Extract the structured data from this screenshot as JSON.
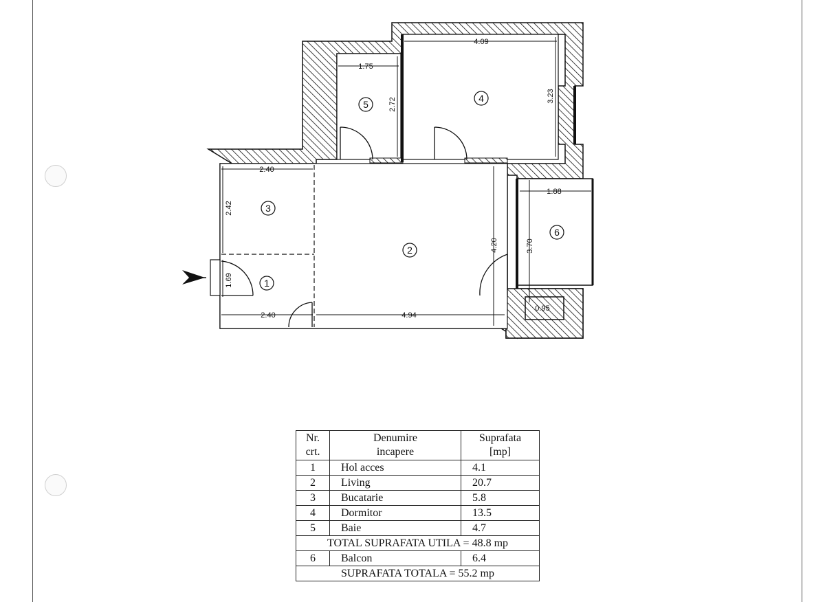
{
  "plan": {
    "dimensions": {
      "d409": "4.09",
      "d175": "1.75",
      "d272": "2.72",
      "d323": "3.23",
      "d240_top": "2.40",
      "d188": "1.88",
      "d242": "2.42",
      "d420": "4.20",
      "d370": "3.70",
      "d169": "1.69",
      "d240_bottom": "2.40",
      "d494": "4.94",
      "d095": "0.95"
    },
    "room_numbers": {
      "r1": "1",
      "r2": "2",
      "r3": "3",
      "r4": "4",
      "r5": "5",
      "r6": "6"
    }
  },
  "legend": {
    "headers": {
      "nr": "Nr.",
      "crt": "crt.",
      "denumire": "Denumire",
      "incapere": "incapere",
      "suprafata": "Suprafata",
      "unit": "[mp]"
    },
    "rows": [
      {
        "nr": "1",
        "name": "Hol acces",
        "area": "4.1"
      },
      {
        "nr": "2",
        "name": "Living",
        "area": "20.7"
      },
      {
        "nr": "3",
        "name": "Bucatarie",
        "area": "5.8"
      },
      {
        "nr": "4",
        "name": "Dormitor",
        "area": "13.5"
      },
      {
        "nr": "5",
        "name": "Baie",
        "area": "4.7"
      }
    ],
    "total_util": "TOTAL SUPRAFATA UTILA = 48.8 mp",
    "balcon": {
      "nr": "6",
      "name": "Balcon",
      "area": "6.4"
    },
    "total": "SUPRAFATA TOTALA = 55.2 mp"
  },
  "colors": {
    "ink": "#111111",
    "paper": "#ffffff"
  }
}
